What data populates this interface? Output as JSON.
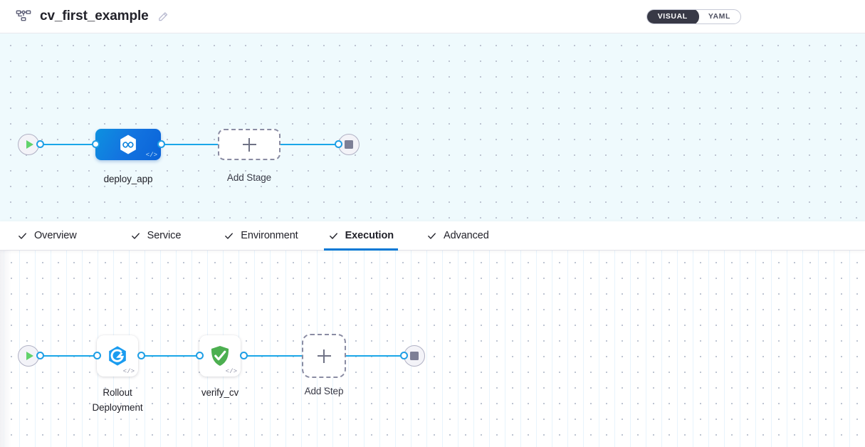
{
  "header": {
    "pipeline_icon": "pipeline-nodes-icon",
    "title": "cv_first_example",
    "edit_icon": "edit-pencil-icon",
    "view_toggle": {
      "options": [
        "VISUAL",
        "YAML"
      ],
      "selected": "VISUAL"
    }
  },
  "stage_canvas": {
    "background_color": "#effafd",
    "start_node": {
      "name": "pipeline-start",
      "icon": "play-icon"
    },
    "end_node": {
      "name": "pipeline-end",
      "icon": "stop-icon"
    },
    "stages": [
      {
        "label": "deploy_app",
        "icon": "harness-hexagon-infinity-icon",
        "code_badge": "</>",
        "selected": true,
        "accent": "#0d7fe0"
      }
    ],
    "add_stage": {
      "label": "Add Stage",
      "icon": "plus-icon"
    }
  },
  "tabs": [
    {
      "label": "Overview",
      "icon": "check-icon",
      "active": false
    },
    {
      "label": "Service",
      "icon": "check-icon",
      "active": false
    },
    {
      "label": "Environment",
      "icon": "check-icon",
      "active": false
    },
    {
      "label": "Execution",
      "icon": "check-icon",
      "active": true
    },
    {
      "label": "Advanced",
      "icon": "check-icon",
      "active": false
    }
  ],
  "execution_canvas": {
    "background_color": "#ffffff",
    "start_node": {
      "name": "execution-start",
      "icon": "play-icon"
    },
    "end_node": {
      "name": "execution-end",
      "icon": "stop-icon"
    },
    "steps": [
      {
        "label": "Rollout\nDeployment",
        "icon": "rollout-deployment-icon",
        "icon_color": "#1a9cf0",
        "code_badge": "</>"
      },
      {
        "label": "verify_cv",
        "icon": "verify-shield-check-icon",
        "icon_color": "#4caf50",
        "code_badge": "</>"
      }
    ],
    "add_step": {
      "label": "Add Step",
      "icon": "plus-icon"
    }
  },
  "colors": {
    "edge": "#1ba7e8",
    "active_tab_underline": "#0278d5",
    "toggle_active_bg": "#383946"
  }
}
